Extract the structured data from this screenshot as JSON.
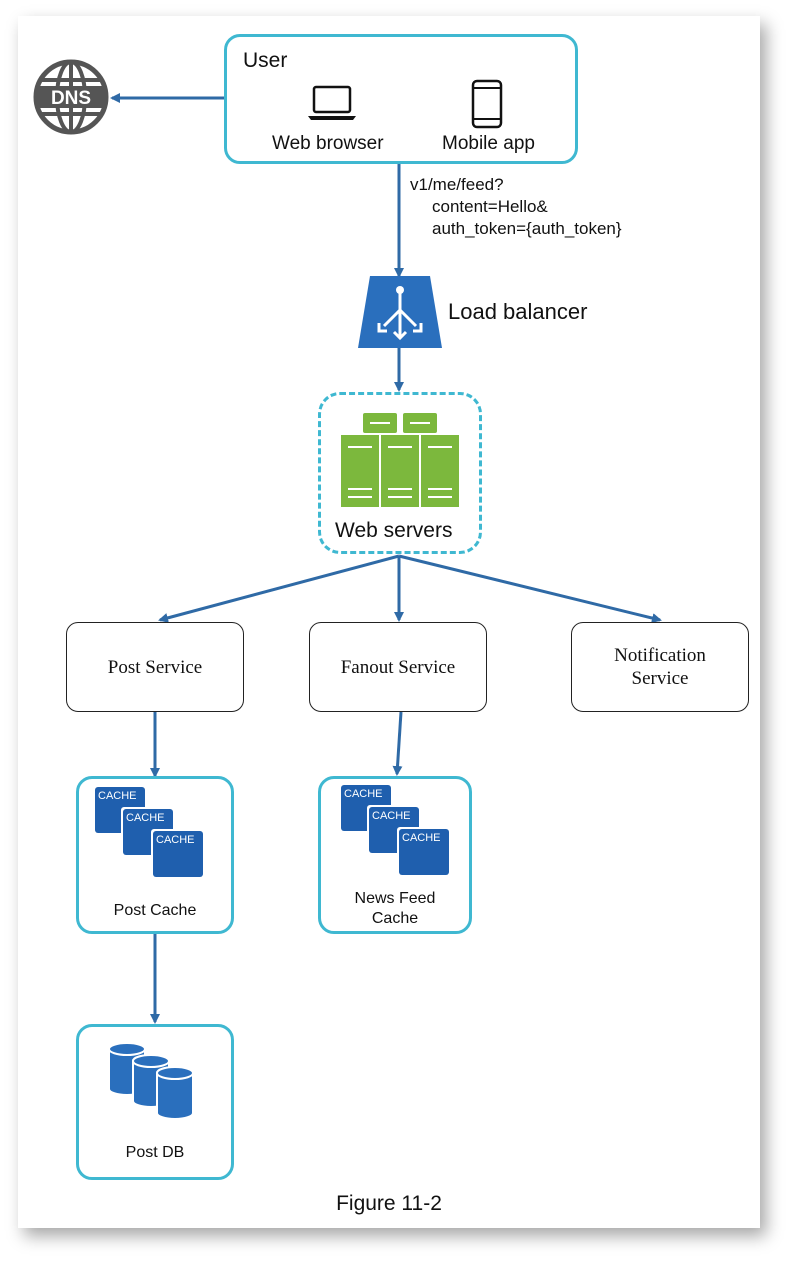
{
  "user": {
    "title": "User",
    "web_browser": "Web browser",
    "mobile_app": "Mobile app"
  },
  "dns": {
    "label": "DNS"
  },
  "request": {
    "line1": "v1/me/feed?",
    "line2": "content=Hello&",
    "line3": "auth_token={auth_token}"
  },
  "load_balancer": {
    "label": "Load balancer"
  },
  "web_servers": {
    "label": "Web servers"
  },
  "services": {
    "post": "Post Service",
    "fanout": "Fanout Service",
    "notification_line1": "Notification",
    "notification_line2": "Service"
  },
  "post_cache": {
    "label": "Post Cache",
    "tags": [
      "CACHE",
      "CACHE",
      "CACHE"
    ]
  },
  "news_feed_cache": {
    "label_line1": "News Feed",
    "label_line2": "Cache",
    "tags": [
      "CACHE",
      "CACHE",
      "CACHE"
    ]
  },
  "post_db": {
    "label": "Post DB"
  },
  "caption": "Figure 11-2",
  "colors": {
    "arrow": "#2f6aa6",
    "teal": "#3fb8d1",
    "server_green": "#7cb83d",
    "cache_blue": "#1f5fae",
    "db_blue": "#2a6fbd",
    "dns_gray": "#555555"
  }
}
